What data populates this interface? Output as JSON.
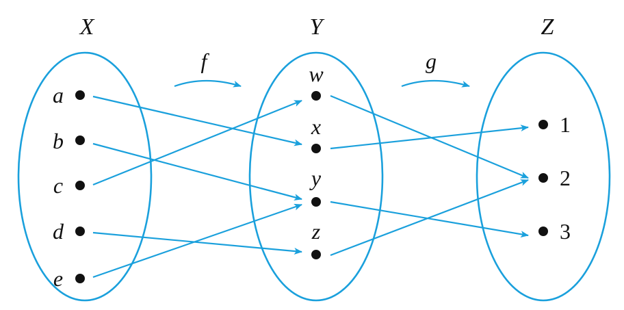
{
  "colors": {
    "accent": "#1aa0dc",
    "ink": "#111111"
  },
  "sets": {
    "X": {
      "label": "X",
      "elements": [
        "a",
        "b",
        "c",
        "d",
        "e"
      ]
    },
    "Y": {
      "label": "Y",
      "elements": [
        "w",
        "x",
        "y",
        "z"
      ]
    },
    "Z": {
      "label": "Z",
      "elements": [
        "1",
        "2",
        "3"
      ]
    }
  },
  "maps": {
    "f": {
      "label": "f",
      "from": "X",
      "to": "Y",
      "pairs": [
        [
          "a",
          "x"
        ],
        [
          "b",
          "y"
        ],
        [
          "c",
          "w"
        ],
        [
          "d",
          "z"
        ],
        [
          "e",
          "y"
        ]
      ]
    },
    "g": {
      "label": "g",
      "from": "Y",
      "to": "Z",
      "pairs": [
        [
          "w",
          "2"
        ],
        [
          "x",
          "1"
        ],
        [
          "y",
          "3"
        ],
        [
          "z",
          "2"
        ]
      ]
    }
  }
}
